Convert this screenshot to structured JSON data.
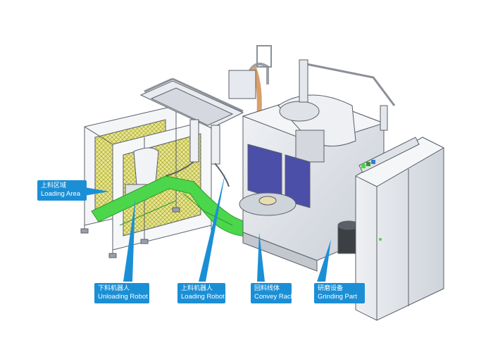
{
  "callouts": [
    {
      "id": "loading-area",
      "zh": "上料区域",
      "en": "Loading Area"
    },
    {
      "id": "unloading-robot",
      "zh": "下料机器人",
      "en": "Unloading Robot"
    },
    {
      "id": "loading-robot",
      "zh": "上料机器人",
      "en": "Loading Robot"
    },
    {
      "id": "convey-rack",
      "zh": "回料线体",
      "en": "Convey Rack"
    },
    {
      "id": "grinding-part",
      "zh": "研磨设备",
      "en": "Grinding Part"
    }
  ],
  "colors": {
    "callout": "#1b8fd6",
    "conveyor": "#4cd64c",
    "machine_body": "#e6e9ee",
    "door_panel": "#4b4fa8",
    "pipe": "#d9a06a",
    "cage_mesh": "#c9c23a"
  }
}
